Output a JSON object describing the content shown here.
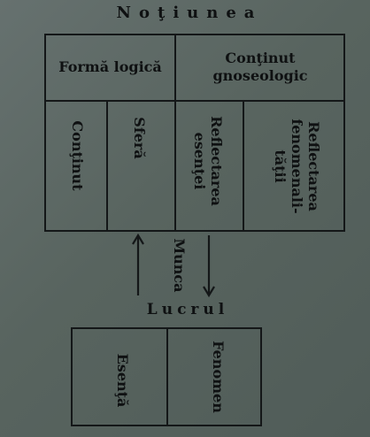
{
  "title": "Noţiunea",
  "concept": {
    "forma_logica": {
      "label": "Formă logică",
      "children": [
        "Conţinut",
        "Sferă"
      ]
    },
    "continut_gnoseologic": {
      "label_line1": "Conţinut",
      "label_line2": "gnoseologic",
      "children": [
        "Reflectarea\nesenţei",
        "Reflectarea\nfenomenali-\ntăţii"
      ]
    }
  },
  "link_label": "Munca",
  "object": {
    "label": "Lucrul",
    "children": [
      "Esenţă",
      "Fenomen"
    ]
  }
}
